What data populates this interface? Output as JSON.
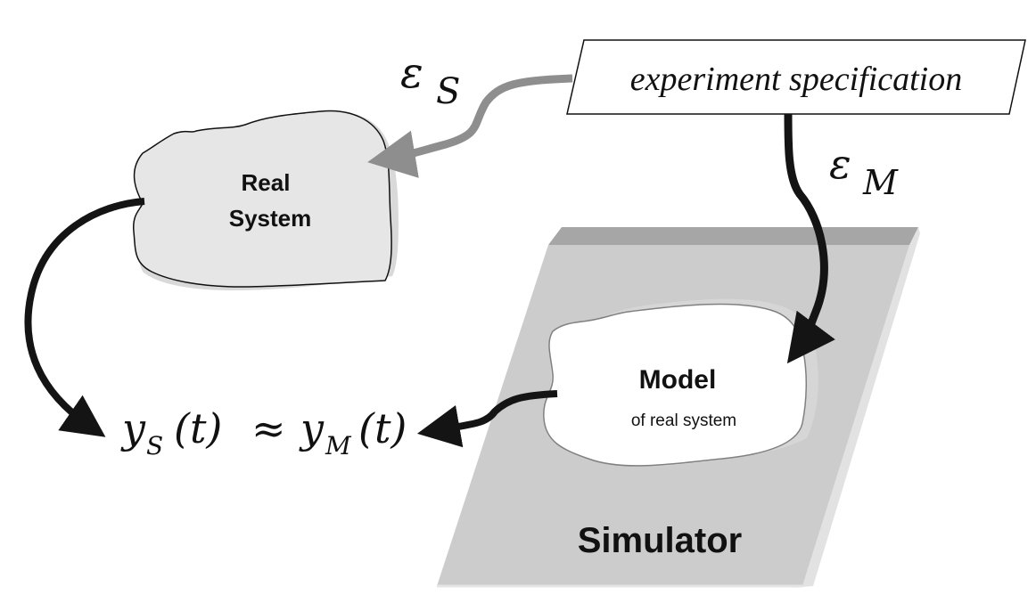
{
  "diagram": {
    "experiment_box": {
      "label": "experiment specification"
    },
    "epsilon_s": {
      "symbol": "ε",
      "subscript": "S"
    },
    "epsilon_m": {
      "symbol": "ε",
      "subscript": "M"
    },
    "real_system": {
      "line1": "Real",
      "line2": "System"
    },
    "model": {
      "title": "Model",
      "subtitle": "of real system"
    },
    "simulator": {
      "label": "Simulator"
    },
    "equation": {
      "left_var": "y",
      "left_sub": "S",
      "left_arg": "(t)",
      "relation": "≈",
      "right_var": "y",
      "right_sub": "M",
      "right_arg": "(t)"
    },
    "colors": {
      "real_system_fill": "#e6e6e6",
      "simulator_fill": "#cbcccb",
      "simulator_top": "#a6a6a6",
      "simulator_edge": "#e2e2e2",
      "gray_arrow": "#8e8e8e",
      "black_arrow": "#141414"
    }
  }
}
